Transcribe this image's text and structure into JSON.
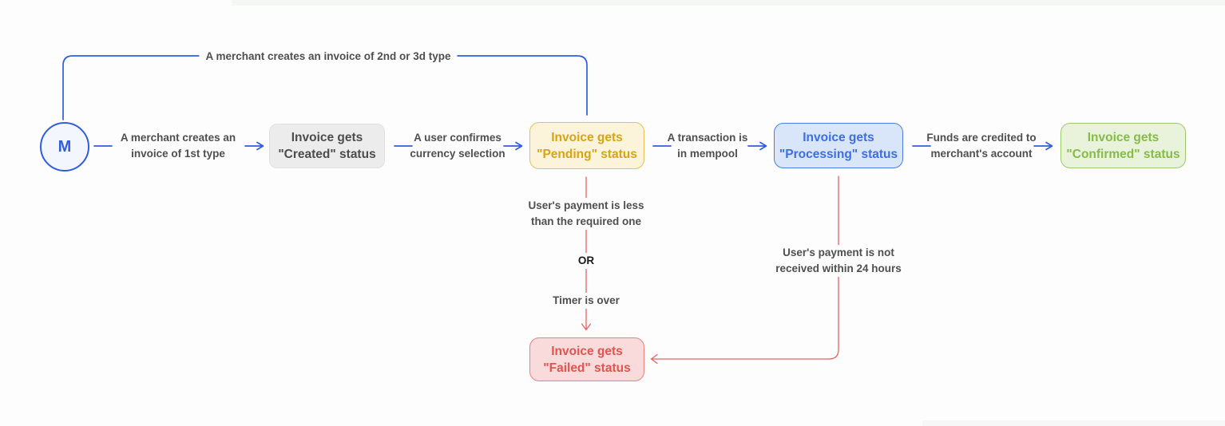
{
  "diagram": {
    "start_node": {
      "label": "M"
    },
    "nodes": {
      "created": {
        "line1": "Invoice gets",
        "line2": "\"Created\" status"
      },
      "pending": {
        "line1": "Invoice gets",
        "line2": "\"Pending\" status"
      },
      "processing": {
        "line1": "Invoice gets",
        "line2": "\"Processing\" status"
      },
      "confirmed": {
        "line1": "Invoice gets",
        "line2": "\"Confirmed\" status"
      },
      "failed": {
        "line1": "Invoice gets",
        "line2": "\"Failed\" status"
      }
    },
    "edges": {
      "first_type": {
        "line1": "A merchant creates an",
        "line2": "invoice of 1st type"
      },
      "second_type": {
        "label": "A merchant creates an invoice of 2nd or 3d type"
      },
      "currency": {
        "line1": "A user confirmes",
        "line2": "currency selection"
      },
      "mempool": {
        "line1": "A transaction is",
        "line2": "in mempool"
      },
      "funds": {
        "line1": "Funds are credited to",
        "line2": "merchant's account"
      },
      "payment_less": {
        "line1": "User's payment is less",
        "line2": "than the required one"
      },
      "or": {
        "label": "OR"
      },
      "timer": {
        "label": "Timer is over"
      },
      "payment_not": {
        "line1": "User's payment is not",
        "line2": "received within 24 hours"
      }
    },
    "colors": {
      "flow_line_blue": "#2e5ee0",
      "fail_line_red": "#e8635e",
      "created_fill": "#ececec",
      "created_text": "#4c4c4c",
      "pending_fill": "#fbf3da",
      "pending_border": "#e5c052",
      "pending_text": "#d7a417",
      "processing_fill": "#d9e6fa",
      "processing_border": "#4a7ce8",
      "processing_text": "#3c6fe2",
      "confirmed_fill": "#e9f3db",
      "confirmed_border": "#9cc968",
      "confirmed_text": "#85bb47",
      "failed_fill": "#f9dbdb",
      "failed_border": "#e8827e",
      "failed_text": "#e15450",
      "background": "#fdfdfd"
    }
  }
}
